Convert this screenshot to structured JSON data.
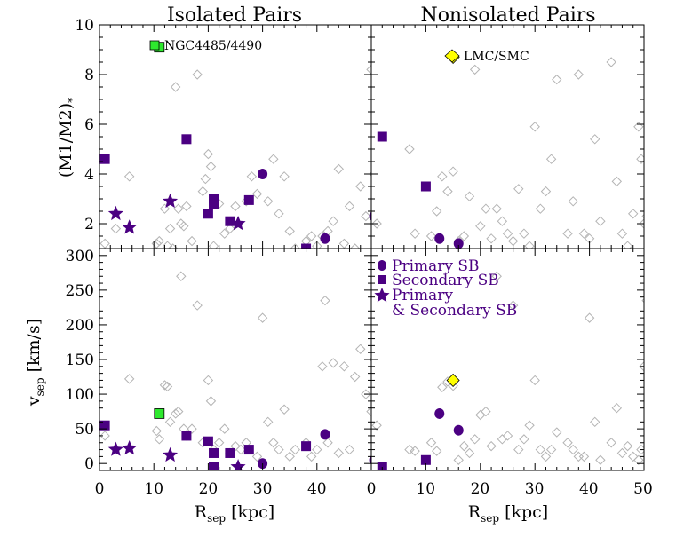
{
  "colors": {
    "grey_marker": "#b4b4b4",
    "purple": "#4b0082",
    "green": "#2ee82e",
    "yellow": "#ffff00",
    "axis": "#000000"
  },
  "chart_data": {
    "type": "scatter",
    "titles": [
      "Isolated Pairs",
      "Nonisolated Pairs"
    ],
    "xlabel_left": "R",
    "xlabel_left_sub": "sep",
    "xlabel_left_unit": " [kpc]",
    "xlabel_right": "R",
    "xlabel_right_sub": "sep",
    "xlabel_right_unit": " [kpc]",
    "ylabel_top": "(M1/M2)",
    "ylabel_top_sub": "*",
    "ylabel_bottom": "v",
    "ylabel_bottom_sub": "sep",
    "ylabel_bottom_unit": " [km/s]",
    "x_ticks_left": [
      "0",
      "10",
      "20",
      "30",
      "40"
    ],
    "x_ticks_right": [
      "0",
      "10",
      "20",
      "30",
      "40",
      "50"
    ],
    "y_ticks_top": [
      "2",
      "4",
      "6",
      "8",
      "10"
    ],
    "y_ticks_bottom": [
      "0",
      "50",
      "100",
      "150",
      "200",
      "250",
      "300"
    ],
    "xlim": [
      0,
      50
    ],
    "ylim_top": [
      1,
      10
    ],
    "ylim_bottom": [
      -10,
      310
    ],
    "annotations": {
      "ngc": "NGC4485/4490",
      "lmc": "LMC/SMC"
    },
    "legend": {
      "primary": "Primary SB",
      "secondary": "Secondary SB",
      "both_line1": "Primary",
      "both_line2": "& Secondary SB"
    },
    "panels": [
      {
        "id": "isolated-ratio",
        "grey": [
          [
            1,
            1.2
          ],
          [
            3,
            1.8
          ],
          [
            5.5,
            3.9
          ],
          [
            10.5,
            1.2
          ],
          [
            11,
            1.3
          ],
          [
            12,
            2.6
          ],
          [
            12.5,
            1.1
          ],
          [
            13,
            1.8
          ],
          [
            13.5,
            1.0
          ],
          [
            14,
            7.5
          ],
          [
            14.5,
            2.6
          ],
          [
            15,
            2.0
          ],
          [
            15.5,
            1.9
          ],
          [
            16,
            2.7
          ],
          [
            17,
            1.3
          ],
          [
            18,
            8.0
          ],
          [
            19,
            3.3
          ],
          [
            19.5,
            3.8
          ],
          [
            20,
            4.8
          ],
          [
            20.5,
            4.3
          ],
          [
            21,
            1.1
          ],
          [
            22,
            2.8
          ],
          [
            23,
            1.6
          ],
          [
            24,
            1.8
          ],
          [
            25,
            2.7
          ],
          [
            27,
            2.9
          ],
          [
            28,
            3.9
          ],
          [
            29,
            3.2
          ],
          [
            31,
            2.9
          ],
          [
            32,
            4.6
          ],
          [
            33,
            2.4
          ],
          [
            34,
            3.9
          ],
          [
            35,
            1.7
          ],
          [
            36,
            1.0
          ],
          [
            38,
            1.3
          ],
          [
            39,
            1.5
          ],
          [
            40,
            1.1
          ],
          [
            41,
            1.5
          ],
          [
            42,
            1.7
          ],
          [
            43,
            2.1
          ],
          [
            44,
            4.2
          ],
          [
            45,
            1.2
          ],
          [
            46,
            2.7
          ],
          [
            47,
            1.0
          ],
          [
            48,
            3.5
          ],
          [
            49,
            2.3
          ],
          [
            50,
            8.2
          ],
          [
            50.5,
            4.0
          ],
          [
            51,
            2.9
          ],
          [
            51,
            1.6
          ]
        ],
        "circles": [
          [
            30,
            4.0
          ],
          [
            41.5,
            1.4
          ],
          [
            50.5,
            2.3
          ]
        ],
        "squares": [
          [
            1,
            4.6
          ],
          [
            16,
            5.4
          ],
          [
            20,
            2.4
          ],
          [
            21,
            2.8
          ],
          [
            21,
            3.0
          ],
          [
            24,
            2.1
          ],
          [
            27.5,
            2.95
          ],
          [
            38,
            1.0
          ]
        ],
        "stars": [
          [
            3,
            2.4
          ],
          [
            5.5,
            1.85
          ],
          [
            13,
            2.9
          ],
          [
            25.5,
            2.0
          ]
        ],
        "green_squares": [
          [
            11,
            9.1
          ]
        ],
        "yellow_diamonds": []
      },
      {
        "id": "nonisolated-ratio",
        "grey": [
          [
            1,
            2.0
          ],
          [
            7,
            5.0
          ],
          [
            8,
            1.6
          ],
          [
            11,
            1.5
          ],
          [
            12,
            2.5
          ],
          [
            13,
            3.9
          ],
          [
            14,
            3.3
          ],
          [
            15,
            4.1
          ],
          [
            16,
            1.3
          ],
          [
            17,
            1.5
          ],
          [
            18,
            3.1
          ],
          [
            19,
            8.2
          ],
          [
            20,
            1.9
          ],
          [
            21,
            2.6
          ],
          [
            22,
            1.4
          ],
          [
            23,
            2.6
          ],
          [
            24,
            2.1
          ],
          [
            25,
            1.6
          ],
          [
            26,
            1.3
          ],
          [
            27,
            3.4
          ],
          [
            28,
            1.6
          ],
          [
            29,
            1.1
          ],
          [
            30,
            5.9
          ],
          [
            31,
            2.6
          ],
          [
            32,
            3.3
          ],
          [
            33,
            4.6
          ],
          [
            34,
            7.8
          ],
          [
            36,
            1.6
          ],
          [
            37,
            2.9
          ],
          [
            38,
            8.0
          ],
          [
            39,
            1.6
          ],
          [
            40,
            1.4
          ],
          [
            41,
            5.4
          ],
          [
            42,
            2.1
          ],
          [
            44,
            8.5
          ],
          [
            45,
            3.7
          ],
          [
            46,
            1.6
          ],
          [
            47,
            1.1
          ],
          [
            48,
            2.4
          ],
          [
            49,
            5.9
          ],
          [
            49.5,
            4.6
          ],
          [
            50,
            2.0
          ],
          [
            50.5,
            2.3
          ]
        ],
        "circles": [
          [
            12.5,
            1.4
          ],
          [
            16,
            1.2
          ]
        ],
        "squares": [
          [
            2,
            5.5
          ],
          [
            10,
            3.5
          ]
        ],
        "stars": [],
        "green_squares": [],
        "yellow_diamonds": [
          [
            15,
            8.7
          ]
        ]
      },
      {
        "id": "isolated-velocity",
        "grey": [
          [
            1,
            40
          ],
          [
            5.5,
            122
          ],
          [
            10.5,
            47
          ],
          [
            11,
            35
          ],
          [
            12,
            113
          ],
          [
            12.5,
            111
          ],
          [
            13,
            60
          ],
          [
            14,
            72
          ],
          [
            14.5,
            75
          ],
          [
            15,
            270
          ],
          [
            15.5,
            50
          ],
          [
            16,
            40
          ],
          [
            17,
            50
          ],
          [
            18,
            228
          ],
          [
            19,
            30
          ],
          [
            20,
            120
          ],
          [
            20.5,
            90
          ],
          [
            21,
            20
          ],
          [
            22,
            30
          ],
          [
            23,
            50
          ],
          [
            24,
            15
          ],
          [
            25,
            25
          ],
          [
            26,
            20
          ],
          [
            27,
            30
          ],
          [
            29,
            10
          ],
          [
            30,
            210
          ],
          [
            31,
            60
          ],
          [
            32,
            30
          ],
          [
            33,
            20
          ],
          [
            34,
            78
          ],
          [
            35,
            10
          ],
          [
            36,
            20
          ],
          [
            38,
            30
          ],
          [
            39,
            10
          ],
          [
            40,
            20
          ],
          [
            41,
            140
          ],
          [
            41.5,
            235
          ],
          [
            42,
            30
          ],
          [
            43,
            145
          ],
          [
            44,
            15
          ],
          [
            45,
            140
          ],
          [
            46,
            20
          ],
          [
            47,
            125
          ],
          [
            48,
            165
          ],
          [
            49,
            100
          ],
          [
            50,
            75
          ],
          [
            50.5,
            150
          ],
          [
            51,
            40
          ]
        ],
        "circles": [
          [
            30,
            0
          ],
          [
            41.5,
            42
          ],
          [
            50.5,
            5
          ]
        ],
        "squares": [
          [
            1,
            55
          ],
          [
            16,
            40
          ],
          [
            20,
            32
          ],
          [
            21,
            15
          ],
          [
            21,
            -5
          ],
          [
            24,
            15
          ],
          [
            27.5,
            20
          ],
          [
            38,
            25
          ]
        ],
        "stars": [
          [
            3,
            20
          ],
          [
            5.5,
            22
          ],
          [
            13,
            12
          ],
          [
            25.5,
            -5
          ]
        ],
        "green_squares": [
          [
            11,
            72
          ]
        ],
        "yellow_diamonds": []
      },
      {
        "id": "nonisolated-velocity",
        "grey": [
          [
            1,
            55
          ],
          [
            7,
            20
          ],
          [
            8,
            18
          ],
          [
            11,
            30
          ],
          [
            12,
            18
          ],
          [
            13,
            110
          ],
          [
            14,
            118
          ],
          [
            15,
            112
          ],
          [
            16,
            5
          ],
          [
            17,
            25
          ],
          [
            18,
            15
          ],
          [
            19,
            35
          ],
          [
            20,
            70
          ],
          [
            21,
            75
          ],
          [
            22,
            25
          ],
          [
            23,
            270
          ],
          [
            24,
            35
          ],
          [
            25,
            40
          ],
          [
            26,
            228
          ],
          [
            27,
            20
          ],
          [
            28,
            35
          ],
          [
            29,
            55
          ],
          [
            30,
            120
          ],
          [
            31,
            20
          ],
          [
            32,
            10
          ],
          [
            33,
            20
          ],
          [
            34,
            45
          ],
          [
            36,
            30
          ],
          [
            37,
            20
          ],
          [
            38,
            10
          ],
          [
            39,
            10
          ],
          [
            40,
            210
          ],
          [
            41,
            60
          ],
          [
            42,
            5
          ],
          [
            44,
            30
          ],
          [
            45,
            80
          ],
          [
            46,
            15
          ],
          [
            47,
            25
          ],
          [
            48,
            10
          ],
          [
            49,
            5
          ],
          [
            49.5,
            20
          ],
          [
            50,
            140
          ],
          [
            50.5,
            235
          ]
        ],
        "circles": [
          [
            12.5,
            72
          ],
          [
            16,
            48
          ]
        ],
        "squares": [
          [
            2,
            -5
          ],
          [
            10,
            5
          ]
        ],
        "stars": [],
        "green_squares": [],
        "yellow_diamonds": [
          [
            15,
            120
          ]
        ]
      }
    ]
  }
}
